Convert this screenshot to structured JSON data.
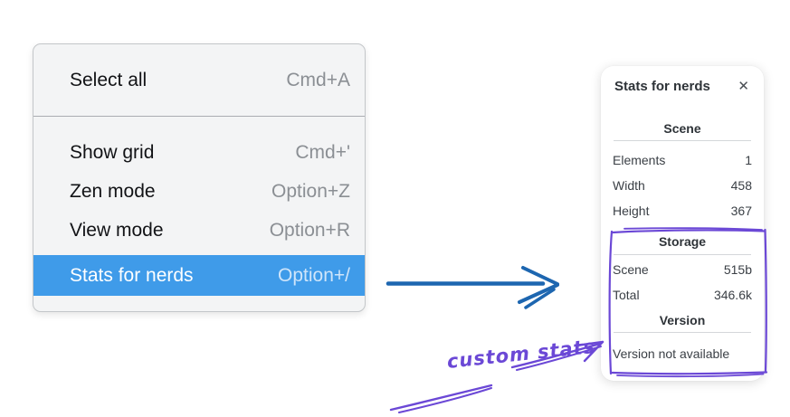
{
  "colors": {
    "menu_highlight": "#3f9be9",
    "arrow_blue": "#1d66b0",
    "annotation_violet": "#6b48d6"
  },
  "menu": {
    "sections": [
      {
        "items": [
          {
            "label": "Select all",
            "shortcut": "Cmd+A"
          }
        ]
      },
      {
        "items": [
          {
            "label": "Show grid",
            "shortcut": "Cmd+'"
          },
          {
            "label": "Zen mode",
            "shortcut": "Option+Z"
          },
          {
            "label": "View mode",
            "shortcut": "Option+R"
          },
          {
            "label": "Stats for nerds",
            "shortcut": "Option+/",
            "highlighted": true
          }
        ]
      }
    ]
  },
  "stats_panel": {
    "title": "Stats for nerds",
    "close_icon": "✕",
    "scene_section": {
      "heading": "Scene",
      "rows": [
        {
          "label": "Elements",
          "value": "1"
        },
        {
          "label": "Width",
          "value": "458"
        },
        {
          "label": "Height",
          "value": "367"
        }
      ]
    },
    "storage_section": {
      "heading": "Storage",
      "rows": [
        {
          "label": "Scene",
          "value": "515b"
        },
        {
          "label": "Total",
          "value": "346.6k"
        }
      ]
    },
    "version_section": {
      "heading": "Version",
      "note": "Version not available"
    }
  },
  "annotation": {
    "label": "custom stats"
  }
}
